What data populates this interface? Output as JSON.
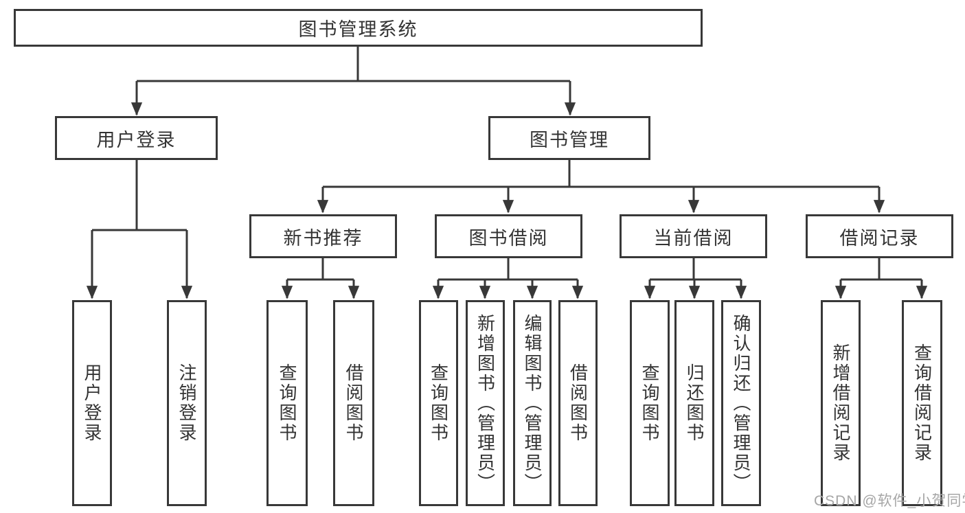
{
  "diagram": {
    "root": {
      "label": "图书管理系统"
    },
    "level2": [
      {
        "label": "用户登录"
      },
      {
        "label": "图书管理"
      }
    ],
    "level3": [
      {
        "label": "新书推荐"
      },
      {
        "label": "图书借阅"
      },
      {
        "label": "当前借阅"
      },
      {
        "label": "借阅记录"
      }
    ],
    "leaves_user_login": [
      {
        "label": "用户登录"
      },
      {
        "label": "注销登录"
      }
    ],
    "leaves_new_book": [
      {
        "label": "查询图书"
      },
      {
        "label": "借阅图书"
      }
    ],
    "leaves_book_borrow": [
      {
        "label": "查询图书"
      },
      {
        "label": "新增图书（管理员）"
      },
      {
        "label": "编辑图书（管理员）"
      },
      {
        "label": "借阅图书"
      }
    ],
    "leaves_current_borrow": [
      {
        "label": "查询图书"
      },
      {
        "label": "归还图书"
      },
      {
        "label": "确认归还（管理员）"
      }
    ],
    "leaves_borrow_records": [
      {
        "label": "新增借阅记录"
      },
      {
        "label": "查询借阅记录"
      }
    ]
  },
  "watermark": {
    "text": "CSDN @软件_小贺同学"
  },
  "colors": {
    "line": "#383838",
    "box_background": "#ffffff",
    "text": "#333333",
    "watermark": "#a6a6a6"
  }
}
